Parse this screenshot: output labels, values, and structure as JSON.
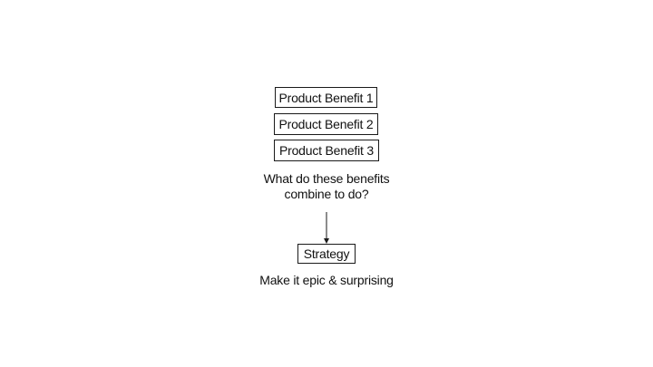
{
  "diagram": {
    "benefits": [
      "Product Benefit 1",
      "Product Benefit 2",
      "Product Benefit 3"
    ],
    "question_line_1": "What do these benefits",
    "question_line_2": "combine to do?",
    "strategy_label": "Strategy",
    "tagline": "Make it epic & surprising",
    "colors": {
      "stroke": "#1a1a1a",
      "text": "#111111",
      "background": "#ffffff"
    }
  }
}
